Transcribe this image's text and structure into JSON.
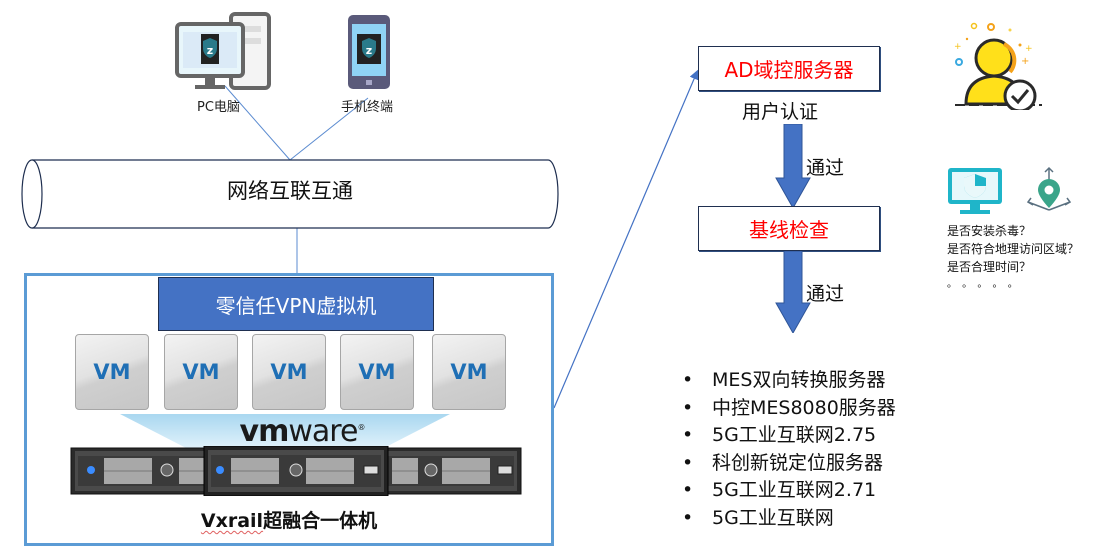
{
  "devices": {
    "pc": {
      "label": "PC电脑",
      "icon": "desktop-pc-icon"
    },
    "mobile": {
      "label": "手机终端",
      "icon": "mobile-phone-icon"
    }
  },
  "network": {
    "label": "网络互联互通"
  },
  "vxrail": {
    "vpn_vm_label": "零信任VPN虚拟机",
    "vms": [
      "VM",
      "VM",
      "VM",
      "VM",
      "VM"
    ],
    "hypervisor_logo": {
      "bold": "vm",
      "light": "ware",
      "mark": "®"
    },
    "appliance_brand": "Vxrail",
    "appliance_suffix": "超融合一体机"
  },
  "flow": {
    "step1": {
      "label": "AD域控服务器",
      "caption": "用户认证"
    },
    "arrow1": {
      "label": "通过"
    },
    "step2": {
      "label": "基线检查"
    },
    "arrow2": {
      "label": "通过"
    }
  },
  "servers": [
    "MES双向转换服务器",
    "中控MES8080服务器",
    "5G工业互联网2.75",
    "科创新锐定位服务器",
    "5G工业互联网2.71",
    "5G工业互联网"
  ],
  "bullet_glyph": "•",
  "checks": [
    "是否安装杀毒？",
    "是否符合地理访问区域？",
    "是否合理时间？",
    "。 。 。 。 。"
  ],
  "colors": {
    "accent_blue": "#4472c4",
    "container_border": "#5b9bd5",
    "alert_red": "#ff0000",
    "user_yellow": "#ffe01a",
    "security_teal": "#1fb5c9",
    "location_green": "#3aa58a"
  }
}
